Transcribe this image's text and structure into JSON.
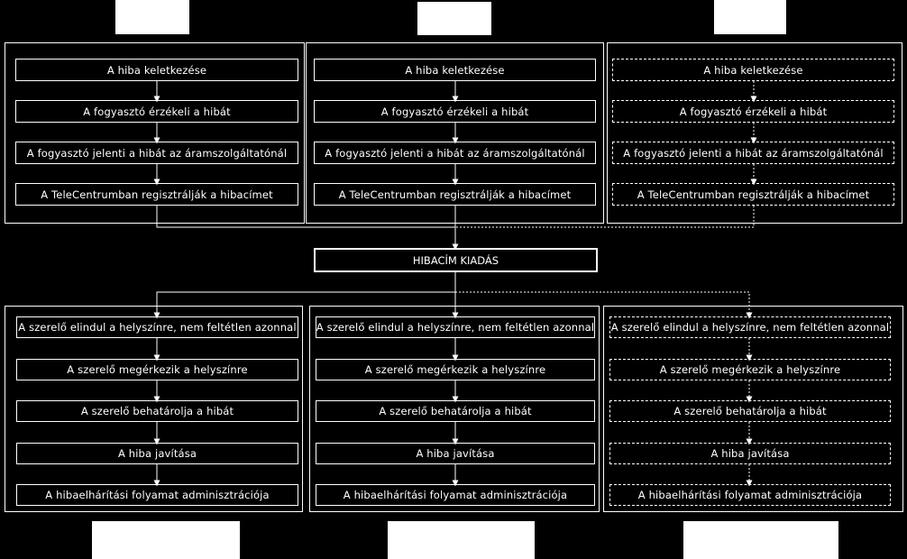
{
  "center": {
    "label": "HIBACÍM KIADÁS"
  },
  "top_steps": [
    "A hiba keletkezése",
    "A fogyasztó érzékeli a hibát",
    "A fogyasztó jelenti a hibát az áramszolgáltatónál",
    "A TeleCentrumban regisztrálják a hibacímet"
  ],
  "bottom_steps": [
    "A szerelő elindul a helyszínre, nem feltétlen azonnal",
    "A szerelő megérkezik a helyszínre",
    "A szerelő behatárolja a hibát",
    "A hiba javítása",
    "A hibaelhárítási folyamat adminisztrációja"
  ],
  "colors": {
    "background": "#000000",
    "foreground": "#ffffff"
  }
}
